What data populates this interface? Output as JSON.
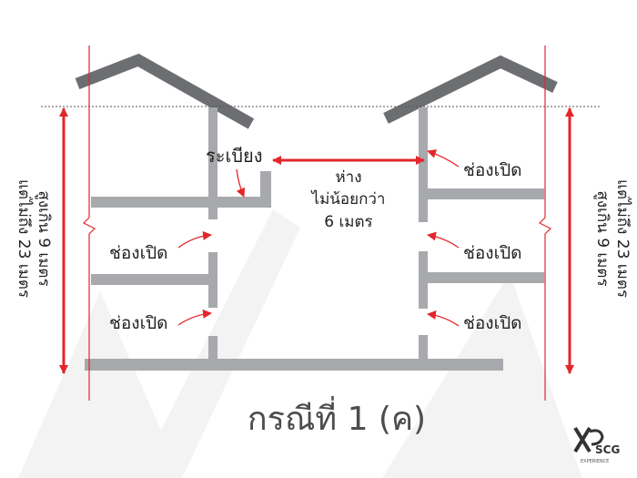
{
  "labels": {
    "balcony": "ระเบียง",
    "gap_line1": "ห่าง",
    "gap_line2": "ไม่น้อยกว่า",
    "gap_line3": "6 เมตร",
    "opening": "ช่องเปิด",
    "height_line1": "สูงเกิน 9 เมตร",
    "height_line2": "แต่ไม่ถึง 23 เมตร",
    "caption": "กรณีที่ 1 (ค)",
    "logo_name": "SCG",
    "logo_sub": "EXPERIENCE"
  },
  "colors": {
    "structure": "#a7a9ac",
    "roof": "#6d6e71",
    "accent": "#e3262b",
    "text": "#222222",
    "caption": "#4d4d4f"
  }
}
